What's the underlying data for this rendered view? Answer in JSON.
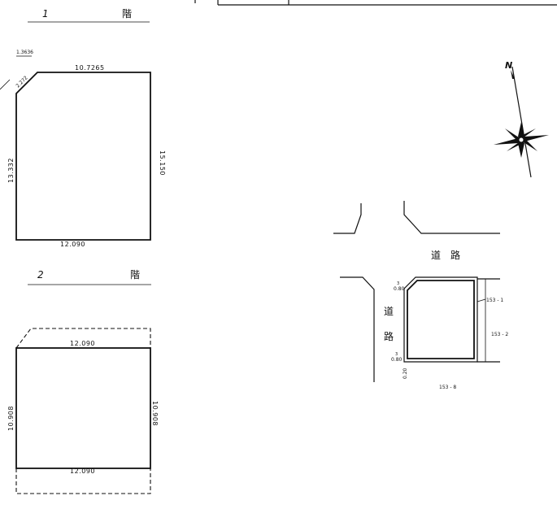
{
  "floor1": {
    "number": "1",
    "kanji": "階",
    "scale": "1.3636",
    "dim_top": "10.7265",
    "dim_chamfer": "2.272",
    "dim_left": "13.332",
    "dim_right": "15.150",
    "dim_bottom": "12.090"
  },
  "floor2": {
    "number": "2",
    "kanji": "階",
    "dim_top": "12.090",
    "dim_left": "10.908",
    "dim_right": "10.908",
    "dim_bottom": "12.090"
  },
  "site_map": {
    "road_top": "道　路",
    "road_left_1": "道",
    "road_left_2": "路",
    "lot_153_1": "153 - 1",
    "lot_153_2": "153 - 2",
    "lot_153_8": "153 - 8",
    "setback_top": "0.80",
    "setback_bottom": "0.80",
    "setback_side": "0.20",
    "setback_mark": "3",
    "compass_n": "N"
  }
}
